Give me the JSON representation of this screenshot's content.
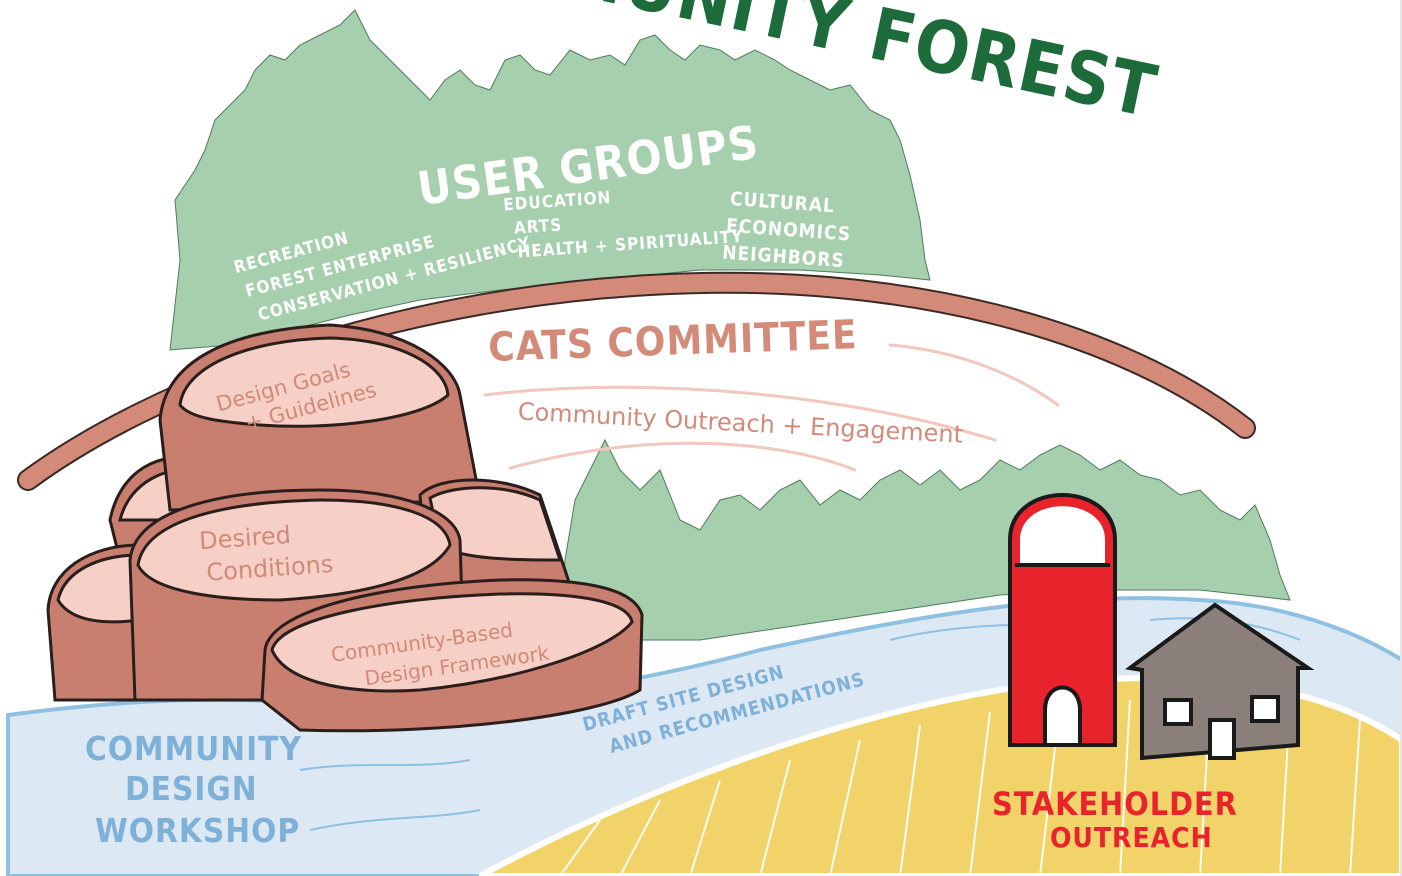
{
  "title_partial": "COMMUNITY FOREST",
  "user_groups": {
    "heading": "USER GROUPS",
    "col1": [
      "RECREATION",
      "FOREST ENTERPRISE",
      "CONSERVATION + RESILIENCY"
    ],
    "col2": [
      "EDUCATION",
      "ARTS",
      "HEALTH + SPIRITUALITY"
    ],
    "col3": [
      "CULTURAL",
      "ECONOMICS",
      "NEIGHBORS"
    ]
  },
  "committee": {
    "heading": "CATS COMMITTEE",
    "subtitle": "Community Outreach + Engagement"
  },
  "stones": {
    "top": [
      "Design Goals",
      "+ Guidelines"
    ],
    "middle": [
      "Desired",
      "Conditions"
    ],
    "front": [
      "Community-Based",
      "Design Framework"
    ]
  },
  "river": {
    "label": [
      "DRAFT SITE DESIGN",
      "AND RECOMMENDATIONS"
    ]
  },
  "workshop": [
    "COMMUNITY",
    "DESIGN",
    "WORKSHOP"
  ],
  "stakeholder": [
    "STAKEHOLDER",
    "OUTREACH"
  ],
  "colors": {
    "forest": "#a6cfad",
    "forest_text": "#ffffff",
    "title_green": "#1d6b3a",
    "rock": "#c97f6f",
    "rock_top": "#f6cfc6",
    "rock_text": "#cf8a78",
    "river": "#dce9f4",
    "river_text": "#7fb0d8",
    "field": "#f1d36a",
    "silo": "#e8232c",
    "house": "#8b7f7b",
    "arc": "#d48a78"
  }
}
